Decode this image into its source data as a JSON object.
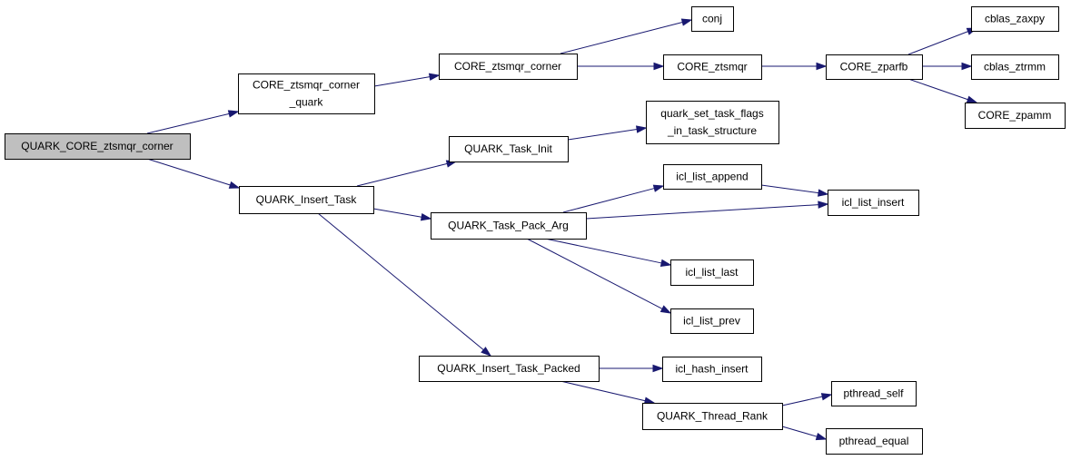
{
  "colors": {
    "edge": "#191970",
    "node_fill": "#ffffff",
    "root_fill": "#bfbfbf",
    "border": "#000000"
  },
  "nodes": [
    {
      "id": "root",
      "lines": [
        "QUARK_CORE_ztsmqr_corner"
      ],
      "root": true
    },
    {
      "id": "core_ztsmqr_corner_quark",
      "lines": [
        "CORE_ztsmqr_corner",
        "_quark"
      ]
    },
    {
      "id": "quark_insert_task",
      "lines": [
        "QUARK_Insert_Task"
      ]
    },
    {
      "id": "core_ztsmqr_corner",
      "lines": [
        "CORE_ztsmqr_corner"
      ]
    },
    {
      "id": "conj",
      "lines": [
        "conj"
      ]
    },
    {
      "id": "core_ztsmqr",
      "lines": [
        "CORE_ztsmqr"
      ]
    },
    {
      "id": "core_zparfb",
      "lines": [
        "CORE_zparfb"
      ]
    },
    {
      "id": "cblas_zaxpy",
      "lines": [
        "cblas_zaxpy"
      ]
    },
    {
      "id": "cblas_ztrmm",
      "lines": [
        "cblas_ztrmm"
      ]
    },
    {
      "id": "core_zpamm",
      "lines": [
        "CORE_zpamm"
      ]
    },
    {
      "id": "quark_task_init",
      "lines": [
        "QUARK_Task_Init"
      ]
    },
    {
      "id": "quark_set_task_flags",
      "lines": [
        "quark_set_task_flags",
        "_in_task_structure"
      ]
    },
    {
      "id": "quark_task_pack_arg",
      "lines": [
        "QUARK_Task_Pack_Arg"
      ]
    },
    {
      "id": "icl_list_append",
      "lines": [
        "icl_list_append"
      ]
    },
    {
      "id": "icl_list_insert",
      "lines": [
        "icl_list_insert"
      ]
    },
    {
      "id": "icl_list_last",
      "lines": [
        "icl_list_last"
      ]
    },
    {
      "id": "icl_list_prev",
      "lines": [
        "icl_list_prev"
      ]
    },
    {
      "id": "quark_insert_task_packed",
      "lines": [
        "QUARK_Insert_Task_Packed"
      ]
    },
    {
      "id": "icl_hash_insert",
      "lines": [
        "icl_hash_insert"
      ]
    },
    {
      "id": "quark_thread_rank",
      "lines": [
        "QUARK_Thread_Rank"
      ]
    },
    {
      "id": "pthread_self",
      "lines": [
        "pthread_self"
      ]
    },
    {
      "id": "pthread_equal",
      "lines": [
        "pthread_equal"
      ]
    }
  ],
  "edges": [
    [
      "root",
      "core_ztsmqr_corner_quark"
    ],
    [
      "root",
      "quark_insert_task"
    ],
    [
      "core_ztsmqr_corner_quark",
      "core_ztsmqr_corner"
    ],
    [
      "core_ztsmqr_corner",
      "conj"
    ],
    [
      "core_ztsmqr_corner",
      "core_ztsmqr"
    ],
    [
      "core_ztsmqr",
      "core_zparfb"
    ],
    [
      "core_zparfb",
      "cblas_zaxpy"
    ],
    [
      "core_zparfb",
      "cblas_ztrmm"
    ],
    [
      "core_zparfb",
      "core_zpamm"
    ],
    [
      "quark_insert_task",
      "quark_task_init"
    ],
    [
      "quark_insert_task",
      "quark_task_pack_arg"
    ],
    [
      "quark_insert_task",
      "quark_insert_task_packed"
    ],
    [
      "quark_task_init",
      "quark_set_task_flags"
    ],
    [
      "quark_task_pack_arg",
      "icl_list_append"
    ],
    [
      "quark_task_pack_arg",
      "icl_list_insert"
    ],
    [
      "quark_task_pack_arg",
      "icl_list_last"
    ],
    [
      "quark_task_pack_arg",
      "icl_list_prev"
    ],
    [
      "icl_list_append",
      "icl_list_insert"
    ],
    [
      "quark_insert_task_packed",
      "icl_hash_insert"
    ],
    [
      "quark_insert_task_packed",
      "quark_thread_rank"
    ],
    [
      "quark_thread_rank",
      "pthread_self"
    ],
    [
      "quark_thread_rank",
      "pthread_equal"
    ]
  ]
}
